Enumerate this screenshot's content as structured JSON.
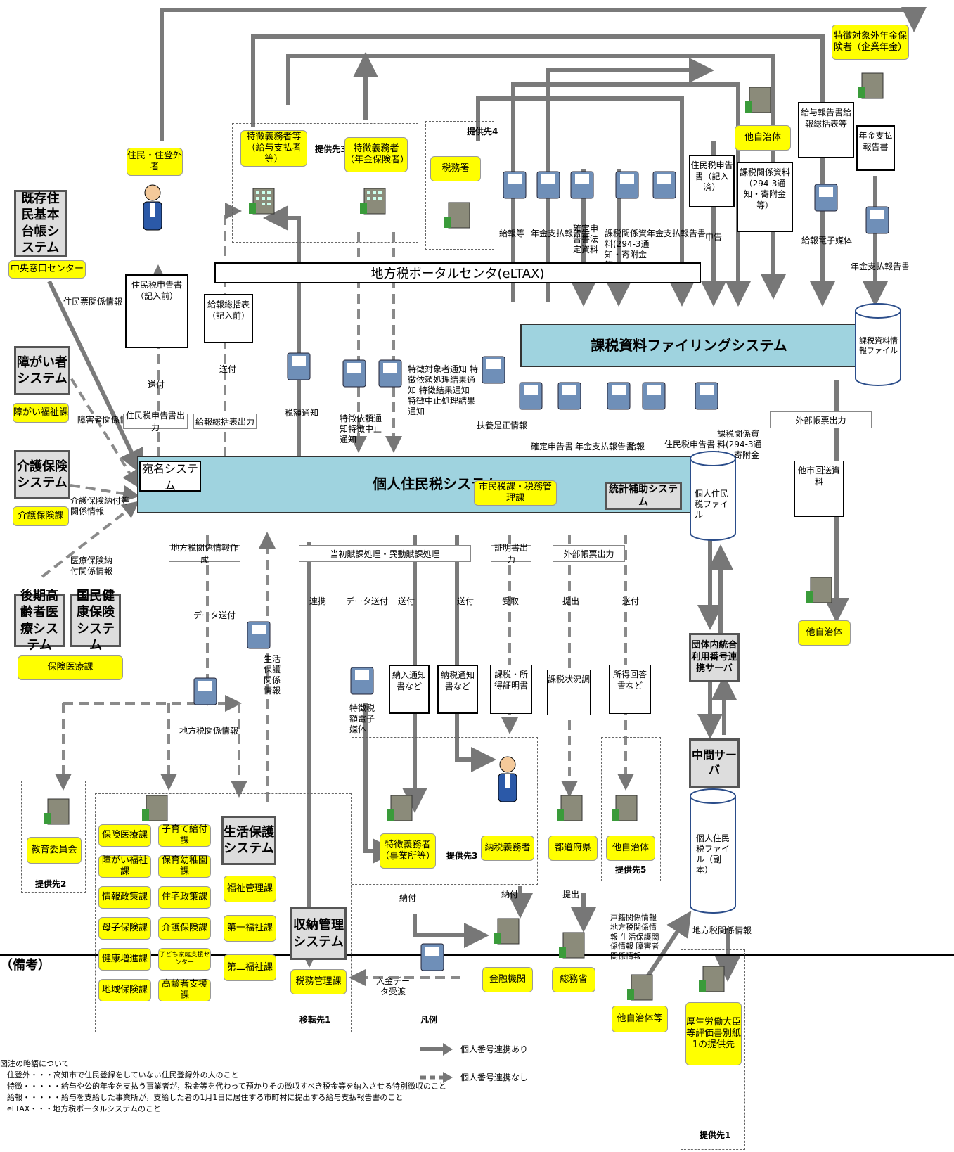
{
  "systems": {
    "existing_resident": "既存住民基本台帳システム",
    "disability": "障がい者システム",
    "care_insurance": "介護保険システム",
    "late_elderly": "後期高齢者医療システム",
    "nhi": "国民健康保険システム",
    "atena": "宛名システム",
    "individual_tax": "個人住民税システム",
    "stats": "統計補助システム",
    "filing": "課税資料ファイリングシステム",
    "eltax": "地方税ポータルセンタ(eLTAX)",
    "livelihood": "生活保護システム",
    "collection": "収納管理システム",
    "integrated_server": "団体内統合利用番号連携サーバ",
    "intermediate_server": "中間サーバ"
  },
  "depts": {
    "central_window": "中央窓口センター",
    "disability_welfare": "障がい福祉課",
    "care_insurance": "介護保険課",
    "insurance_medical": "保険医療課",
    "resident_tax": "市民税課・税務管理課",
    "tax_management": "税務管理課",
    "list": [
      "保険医療課",
      "子育て給付課",
      "障がい福祉課",
      "保育幼稚園課",
      "情報政策課",
      "住宅政策課",
      "母子保険課",
      "介護保険課",
      "健康増進課",
      "子ども家庭支援センター",
      "地域保険課",
      "高齢者支援課"
    ],
    "welfare": [
      "福祉管理課",
      "第一福祉課",
      "第二福祉課"
    ]
  },
  "entities": {
    "resident": "住民・住登外者",
    "tokucho_payer": "特徴義務者等（給与支払者等）",
    "tokucho_pension": "特徴義務者（年金保険者）",
    "tax_office": "税務署",
    "other_lg": "他自治体",
    "non_target_pension": "特徴対象外年金保険者（企業年金）",
    "board": "教育委員会",
    "tokucho_office": "特徴義務者（事業所等）",
    "taxpayer": "納税義務者",
    "prefecture": "都道府県",
    "other_lg5": "他自治体",
    "other_lg_right": "他自治体",
    "bank": "金融機関",
    "mic": "総務省",
    "other_lg_etc": "他自治体等",
    "mhlw": "厚生労働大臣等評価書別紙1の提供先"
  },
  "providers": {
    "p1": "提供先1",
    "p2": "提供先2",
    "p3a": "提供先3",
    "p3b": "提供先3",
    "p4": "提供先4",
    "p5": "提供先5",
    "transfer": "移転先1"
  },
  "docs": {
    "resident_form_before": "住民税申告書（記入前）",
    "salary_summary_before": "給報総括表（記入前）",
    "resident_form_filled": "住民税申告書（記入済）",
    "tax_materials": "課税関係資料（294-3通知・寄附金等）",
    "salary_report": "給与報告書給報総括表等",
    "pension_report": "年金支払報告書",
    "payment_notice": "納入通知書など",
    "tax_notice": "納税通知書など",
    "tax_cert": "課税・所得証明書",
    "tax_status": "課税状況調",
    "income_reply": "所得回答書など"
  },
  "labels": {
    "resident_rel": "住民票関係情報",
    "disabled_rel": "障害者関係情報",
    "care_rel": "介護保険納付等関係情報",
    "medical_rel": "医療保険納付関係情報",
    "send1": "送付",
    "send2": "送付",
    "resident_form_out": "住民税申告書出力",
    "summary_out": "給報総括表出力",
    "tax_notice_e": "税額通知",
    "request_notice": "特徴依頼通知特徴中止通知",
    "tokucho_notices": "特徴対象者通知 特徴依頼処理結果通知 特徴結果通知 特徴中止処理結果通知",
    "dependent_fix": "扶養是正情報",
    "salary_etc": "給報等",
    "pension_report": "年金支払報告書",
    "final_return": "確定申告書法定資料",
    "tax_materials": "課税関係資料(294-3通知・寄附金等)",
    "pension_report2": "年金支払報告書",
    "declare": "申告",
    "salary_media": "給報電子媒体",
    "pension_report3": "年金支払報告書",
    "filing_file": "課税資料情報ファイル",
    "final_return2": "確定申告書",
    "pension_report4": "年金支払報告書",
    "salary": "給報",
    "resident_form2": "住民税申告書",
    "tax_materials2": "課税関係資料(294-3通知・寄附金等)",
    "ext_form_out": "外部帳票出力",
    "other_city_docs": "他市回送資料",
    "indiv_file": "個人住民税ファイル",
    "local_tax_make": "地方税関係情報作成",
    "initial_process": "当初賦課処理・異動賦課処理",
    "cert_out": "証明書出力",
    "ext_form_out2": "外部帳票出力",
    "data_send": "データ送付",
    "link": "連携",
    "data_send2": "データ送付",
    "send3": "送付",
    "send4": "送付",
    "receive": "受取",
    "submit": "提出",
    "send5": "送付",
    "livelihood_rel": "生活保護関係情報",
    "local_tax_rel": "地方税関係情報",
    "tokucho_media": "特徴税額電子媒体",
    "pay1": "納付",
    "pay2": "納付",
    "submit2": "提出",
    "deposit": "入金データ受渡",
    "family_rel": "戸籍関係情報 地方税関係情報 生活保護関係情報 障害者関係情報",
    "local_tax_rel2": "地方税関係情報",
    "indiv_file_copy": "個人住民税ファイル（副本）"
  },
  "notes": {
    "remarks": "（備考）",
    "legend": "凡例",
    "legend_with": "個人番号連携あり",
    "legend_without": "個人番号連携なし",
    "abbr_title": "図注の略語について",
    "abbr1": "住登外・・・高知市で住民登録をしていない住民登録外の人のこと",
    "abbr2": "特徴・・・・・給与や公的年金を支払う事業者が，税金等を代わって預かりその徴収すべき税金等を納入させる特別徴収のこと",
    "abbr3": "給報・・・・・給与を支給した事業所が，支給した者の1月1日に居住する市町村に提出する給与支払報告書のこと",
    "abbr4": "eLTAX・・・地方税ポータルシステムのこと"
  }
}
